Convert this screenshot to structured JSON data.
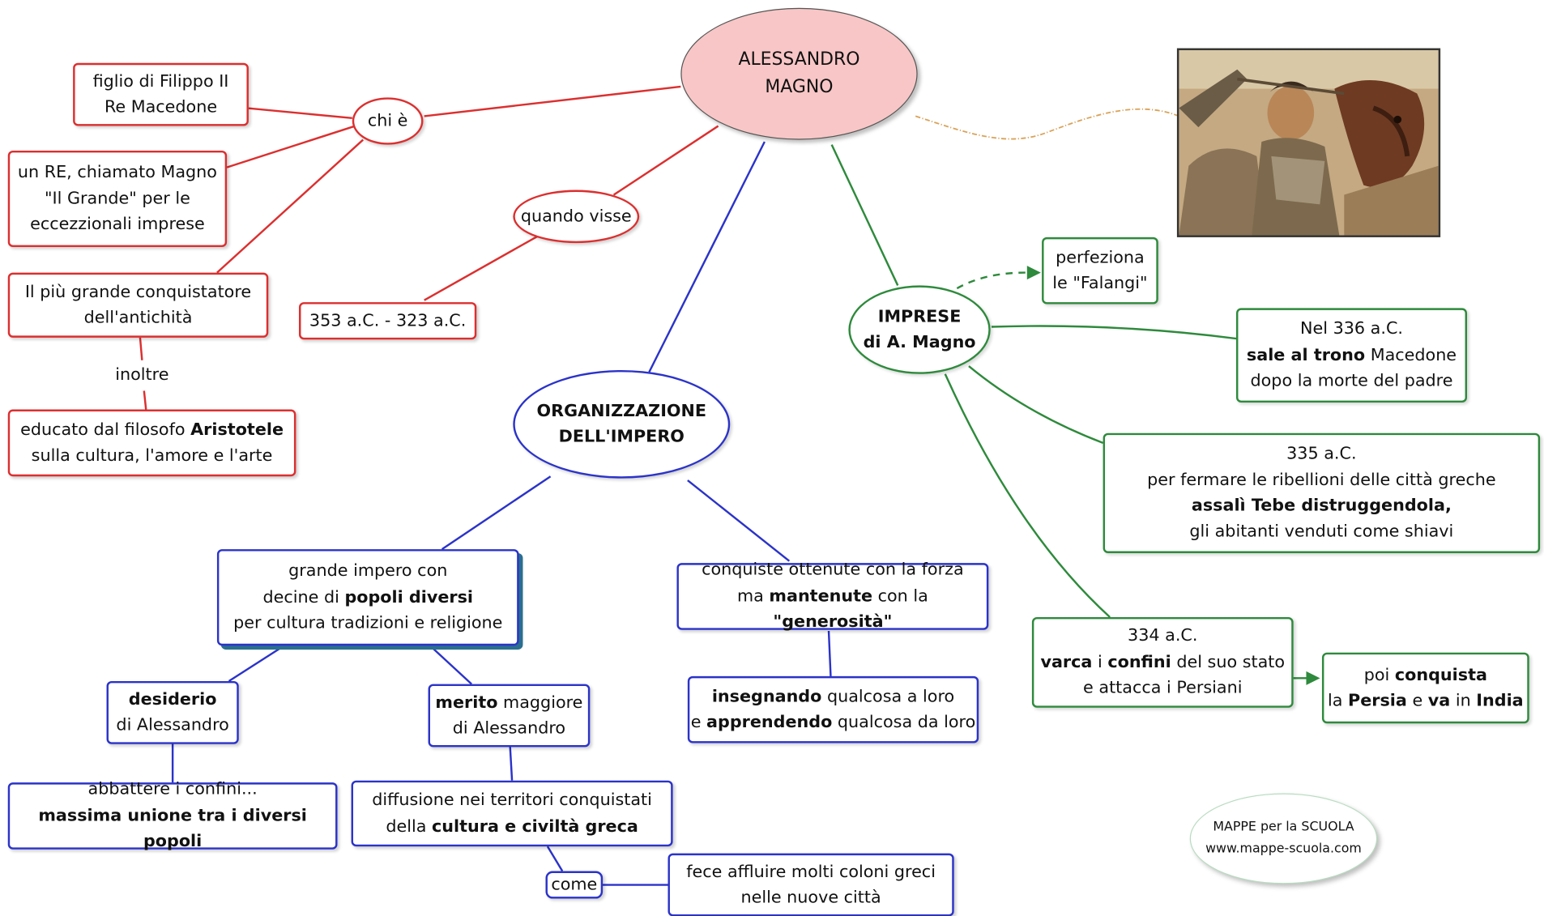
{
  "colors": {
    "red": "#dc2f2f",
    "blue": "#2b33c9",
    "green": "#2e8a3c",
    "root_fill": "#f8c6c6",
    "image_link": "#d9a35a"
  },
  "root": {
    "line1": "ALESSANDRO",
    "line2": "MAGNO"
  },
  "chi_e": {
    "label": "chi è",
    "figlio": {
      "line1": "figlio di Filippo II",
      "line2": "Re Macedone"
    },
    "re": {
      "line1": "un RE, chiamato Magno",
      "line2": "\"Il Grande\" per le",
      "line3": "eccezzionali imprese"
    },
    "conquistatore": {
      "line1": "Il più grande conquistatore",
      "line2": "dell'antichità"
    },
    "inoltre": "inoltre",
    "educato": {
      "pre": "educato dal filosofo ",
      "bold": "Aristotele",
      "line2": "sulla cultura, l'amore e l'arte"
    }
  },
  "quando": {
    "label": "quando visse",
    "date": "353 a.C. - 323 a.C."
  },
  "organizzazione": {
    "line1": "ORGANIZZAZIONE",
    "line2": "DELL'IMPERO",
    "impero": {
      "line1": "grande impero con",
      "line2_pre": "decine di ",
      "line2_bold": "popoli diversi",
      "line3": "per cultura tradizioni e religione"
    },
    "desiderio": {
      "bold": "desiderio",
      "line2": "di Alessandro"
    },
    "abbattere": {
      "line1": "abbattere i confini...",
      "bold": "massima unione tra i diversi popoli"
    },
    "merito": {
      "bold": "merito",
      "rest": " maggiore",
      "line2": "di Alessandro"
    },
    "diffusione": {
      "line1": "diffusione nei territori conquistati",
      "pre": "della ",
      "bold": "cultura e civiltà greca"
    },
    "come": "come",
    "coloni": {
      "line1": "fece affluire molti coloni greci",
      "line2": "nelle nuove città"
    },
    "conquiste": {
      "line1": "conquiste ottenute con la forza",
      "pre": "ma ",
      "bold1": "mantenute",
      "mid": " con la ",
      "bold2": "\"generosità\""
    },
    "insegnando": {
      "bold1": "insegnando",
      "rest1": " qualcosa a loro",
      "pre2": "e ",
      "bold2": "apprendendo",
      "rest2": " qualcosa da loro"
    }
  },
  "imprese": {
    "line1": "IMPRESE",
    "line2": "di A. Magno",
    "falangi": {
      "line1": "perfeziona",
      "line2": "le \"Falangi\""
    },
    "anno336": {
      "line1": "Nel 336 a.C.",
      "bold": "sale al trono",
      "rest": " Macedone",
      "line3": "dopo la morte del padre"
    },
    "anno335": {
      "line1": "335 a.C.",
      "line2": "per fermare le ribellioni delle città greche",
      "bold": "assalì Tebe distruggendola,",
      "line4": "gli abitanti venduti come shiavi"
    },
    "anno334": {
      "line1": "334 a.C.",
      "bold": "varca",
      "mid": " i ",
      "bold2": "confini",
      "rest": " del suo stato",
      "line3": "e attacca i Persiani"
    },
    "persia": {
      "pre": "poi ",
      "bold1": "conquista",
      "pre2": "la ",
      "bold2": "Persia",
      "mid": " e ",
      "bold3": "va",
      "mid2": " in ",
      "bold4": "India"
    }
  },
  "credit": {
    "line1": "MAPPE per la SCUOLA",
    "line2": "www.mappe-scuola.com"
  }
}
